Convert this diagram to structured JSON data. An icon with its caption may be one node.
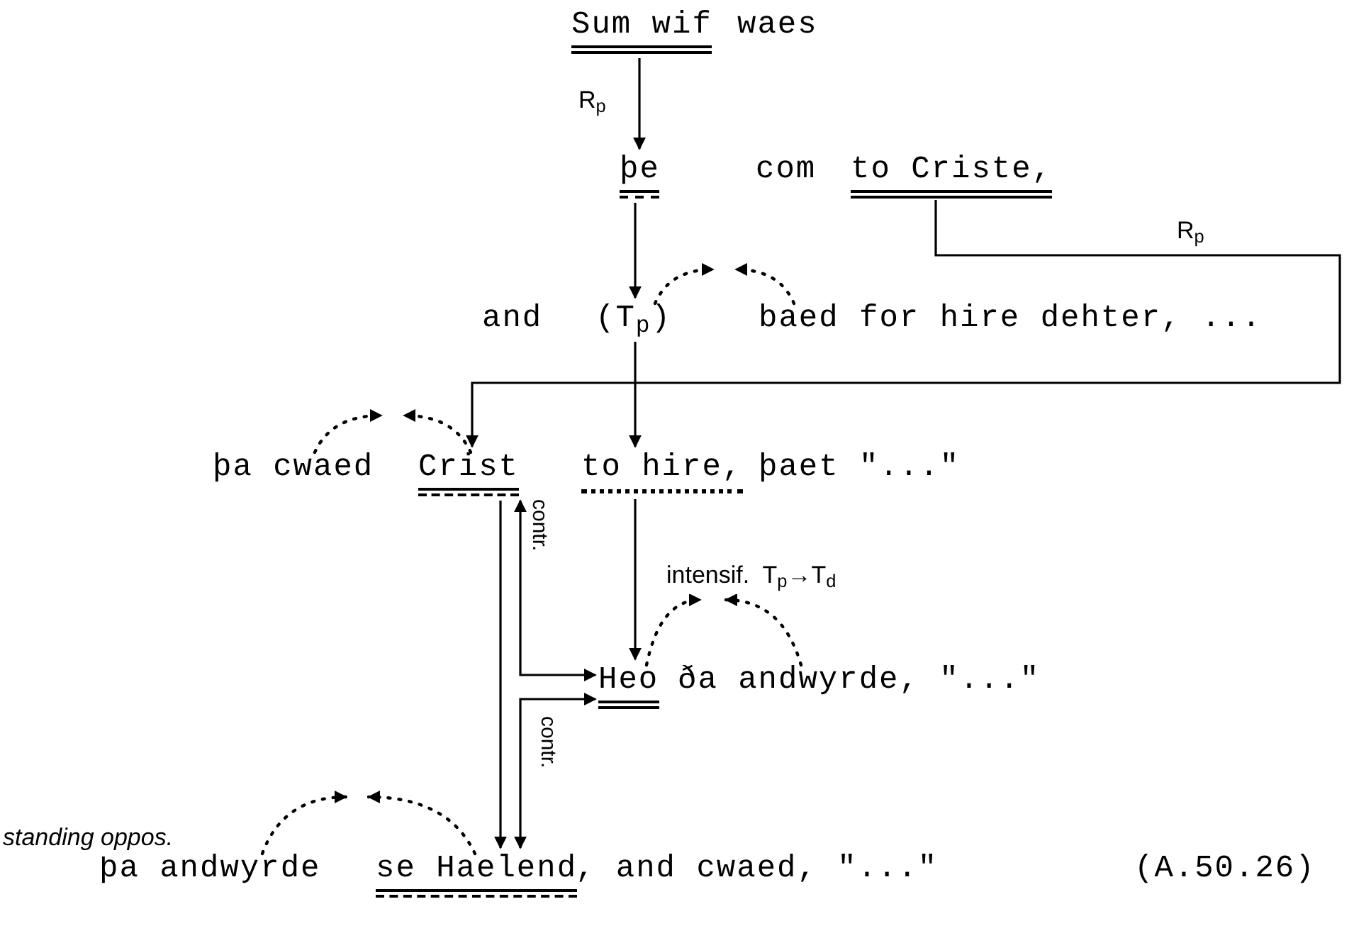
{
  "diagram": {
    "nodes": [
      {
        "text": [
          "Sum wif"
        ]
      },
      {
        "text": [
          "þe"
        ]
      },
      {
        "text": [
          "to Criste,"
        ]
      },
      {
        "text": [
          "(T$_{p}$)"
        ]
      },
      {
        "text": [
          "baed for hire dehter, ..."
        ]
      },
      {
        "text": [
          "þa cwaed"
        ]
      },
      {
        "text": [
          "Crist"
        ]
      },
      {
        "text": [
          "to hire,"
        ]
      },
      {
        "text": [
          "Heo"
        ]
      },
      {
        "text": [
          "ða andwyrde, \"...\""
        ]
      },
      {
        "text": [
          "þa andwyrde"
        ]
      },
      {
        "text": [
          "se Haelend"
        ]
      }
    ],
    "edges": [
      {
        "from": 0,
        "to": 1,
        "arrow": "to",
        "label": "R$_{p}$"
      },
      {
        "from": 1,
        "to": 3,
        "arrow": "to"
      },
      {
        "from": 2,
        "to": 6,
        "arrow": "to",
        "label": "R$_{p}$"
      },
      {
        "from": 3,
        "to": 7,
        "arrow": "to"
      },
      {
        "from": 7,
        "to": 8,
        "arrow": "to",
        "label": "intensif.  T$_{p}$→T$_{d}$"
      },
      {
        "from": 6,
        "to": 11,
        "arrow": "to"
      },
      {
        "from": 8,
        "to": 6,
        "arrow": "both",
        "label": "contr."
      },
      {
        "from": 8,
        "to": 11,
        "arrow": "both",
        "label": "contr."
      },
      {
        "from": 3,
        "to": null,
        "arrow": "to",
        "style": "dashed"
      },
      {
        "from": 4,
        "to": null,
        "arrow": "to",
        "style": "dashed"
      },
      {
        "from": 5,
        "to": null,
        "arrow": "to",
        "style": "dashed"
      },
      {
        "from": 6,
        "to": null,
        "arrow": "to",
        "style": "dashed"
      },
      {
        "from": 8,
        "to": null,
        "arrow": "to",
        "style": "dashed"
      },
      {
        "from": 9,
        "to": null,
        "arrow": "to",
        "style": "dashed"
      },
      {
        "from": 10,
        "to": null,
        "arrow": "to",
        "style": "dashed",
        "label": "standing oppos."
      },
      {
        "from": 11,
        "to": null,
        "arrow": "to",
        "style": "dashed"
      }
    ],
    "labels": [
      "waes",
      "com",
      "and",
      "þaet \"...\"",
      ", and cwaed, \"...\"",
      "(A.50.26)"
    ]
  }
}
